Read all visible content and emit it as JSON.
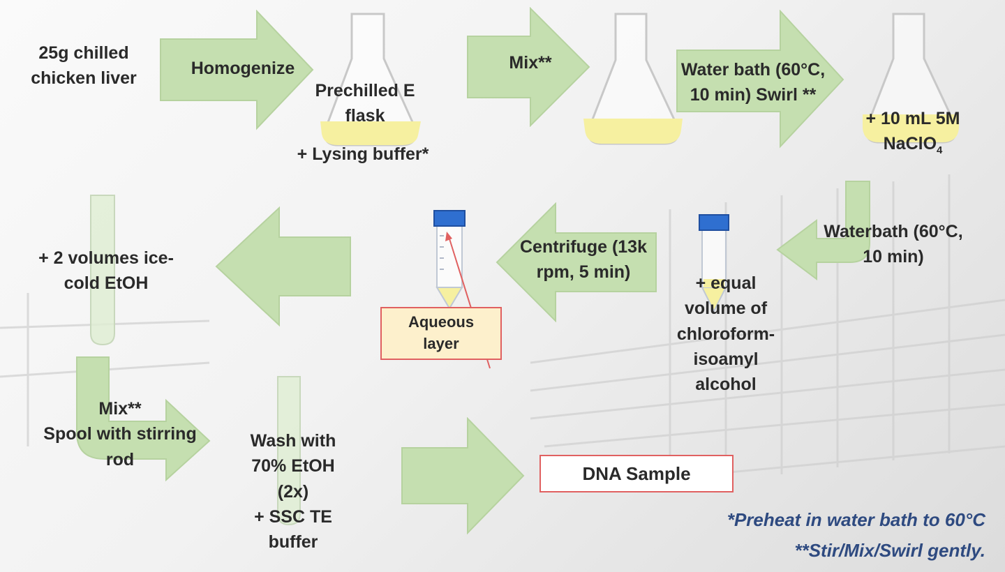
{
  "steps": {
    "start": {
      "line1": "25g chilled",
      "line2": "chicken liver"
    },
    "homogenize": "Homogenize",
    "flask1": {
      "line1": "Prechilled E",
      "line2": "flask",
      "line3": "+ Lysing buffer*"
    },
    "mix1": "Mix**",
    "waterbath1": {
      "line1": "Water bath (60°C,",
      "line2": "10 min)  Swirl **"
    },
    "naclo4": {
      "line1": "+ 10 mL 5M",
      "line2_main": "NaClO",
      "line2_sub": "4"
    },
    "waterbath2": {
      "line1": "Waterbath (60°C,",
      "line2": "10 min)"
    },
    "chloroform": {
      "line1": "+ equal",
      "line2": "volume of",
      "line3": "chloroform-",
      "line4": "isoamyl",
      "line5": "alcohol"
    },
    "centrifuge": {
      "line1": "Centrifuge (13k",
      "line2": "rpm, 5 min)"
    },
    "aqueous": {
      "line1": "Aqueous",
      "line2": "layer"
    },
    "etoh": {
      "line1": "+ 2 volumes ice-",
      "line2": "cold EtOH"
    },
    "spool": {
      "line1": "Mix**",
      "line2": "Spool with stirring",
      "line3": "rod"
    },
    "wash": {
      "line1": "Wash with",
      "line2": "70% EtOH",
      "line3": "(2x)",
      "line4": "+ SSC TE",
      "line5": "buffer"
    },
    "dna": "DNA Sample"
  },
  "notes": {
    "note1": "*Preheat in water bath to 60°C",
    "note2": "**Stir/Mix/Swirl gently."
  },
  "colors": {
    "arrow_fill": "#c5dfb0",
    "arrow_stroke": "#b6d29f",
    "liquid": "#f6f0a0",
    "cap_blue": "#2f6fd0",
    "box_border": "#e06060",
    "aqueous_box_fill": "#fdf0cc",
    "note_text": "#2e4a80"
  }
}
